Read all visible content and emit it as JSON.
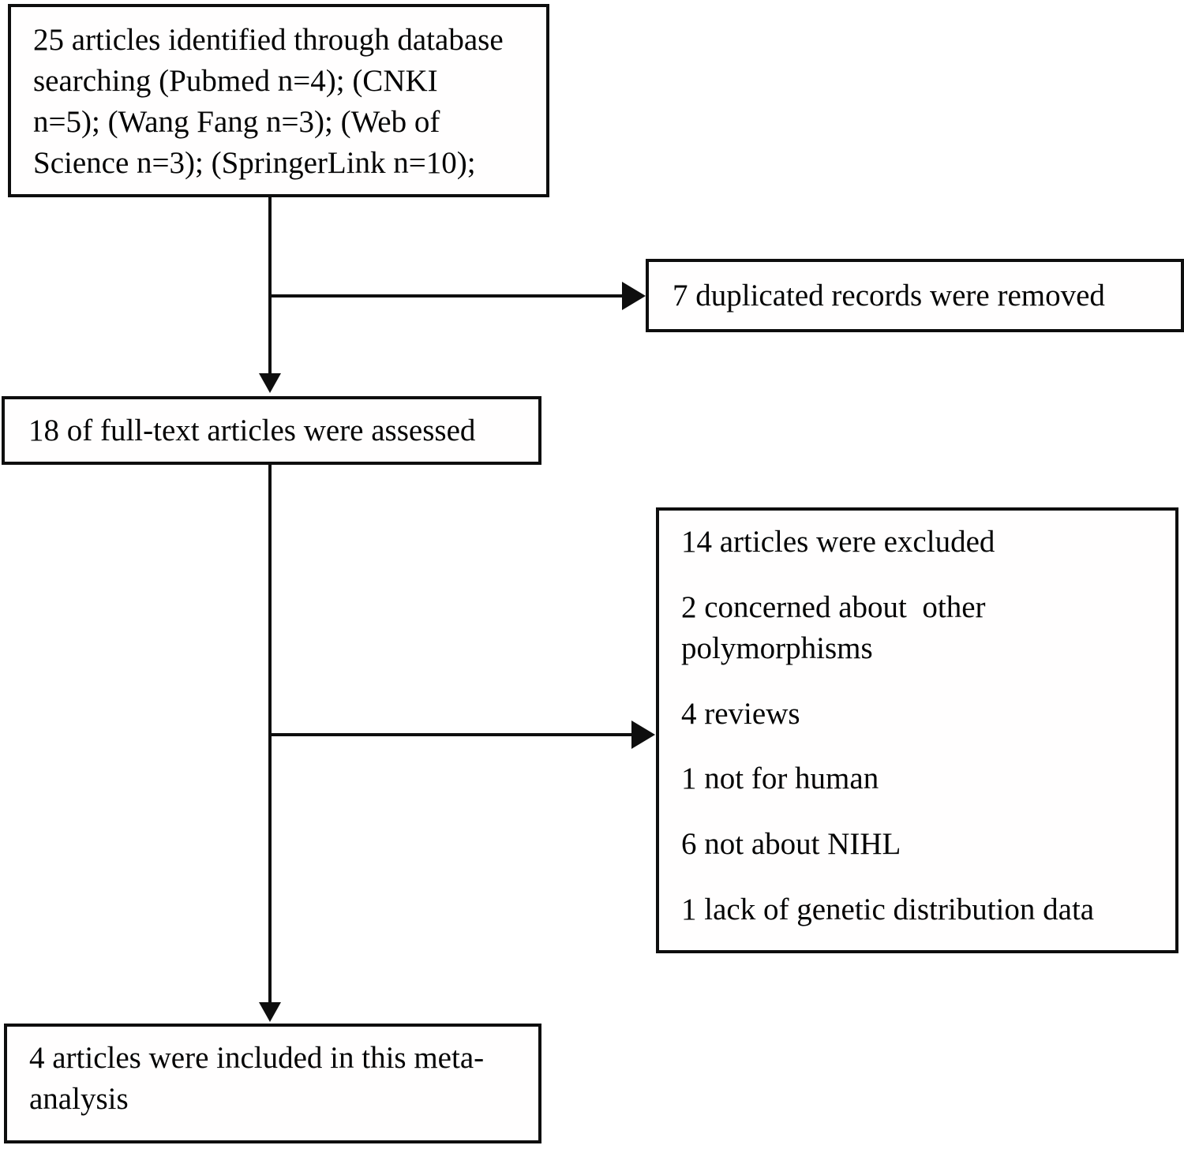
{
  "colors": {
    "border": "#0e0e0e",
    "text": "#050505",
    "background": "#ffffff"
  },
  "nodes": {
    "identified": {
      "lines": [
        "25 articles identified through database",
        "searching (Pubmed n=4); (CNKI",
        "n=5); (Wang Fang n=3); (Web of",
        "Science n=3); (SpringerLink n=10);"
      ]
    },
    "duplicates_removed": {
      "text": "7 duplicated records were removed"
    },
    "assessed": {
      "text": "18 of full-text articles were assessed"
    },
    "excluded": {
      "paragraphs": [
        [
          "14 articles were excluded"
        ],
        [
          "2 concerned about  other",
          "polymorphisms"
        ],
        [
          "4 reviews"
        ],
        [
          "1 not for human"
        ],
        [
          "6 not about NIHL"
        ],
        [
          "1 lack of genetic distribution data"
        ]
      ]
    },
    "included": {
      "lines": [
        "4 articles were included in this meta-",
        "analysis"
      ]
    }
  }
}
